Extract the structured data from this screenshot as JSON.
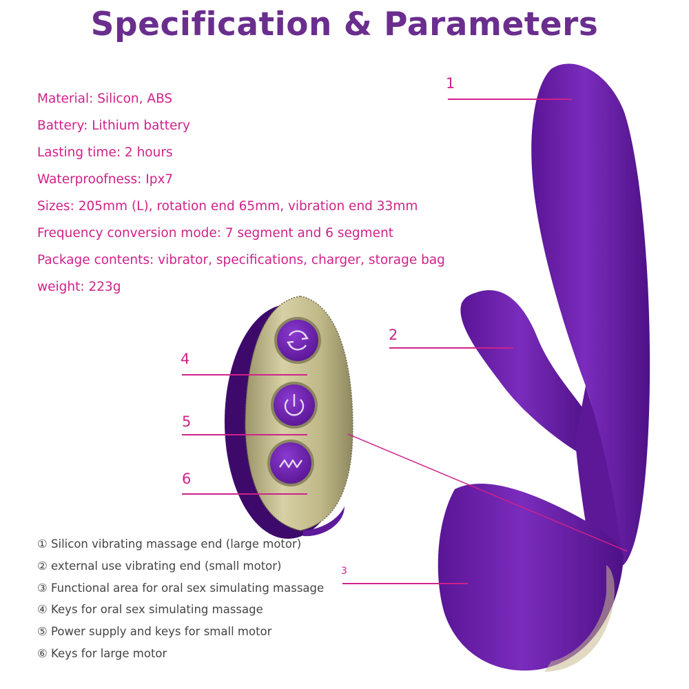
{
  "title": "Specification & Parameters",
  "specs": [
    "Material: Silicon, ABS",
    "Battery: Lithium battery",
    "Lasting time: 2 hours",
    "Waterproofness: Ipx7",
    "Sizes: 205mm (L), rotation end 65mm, vibration end 33mm",
    "Frequency conversion mode: 7 segment and 6 segment",
    "Package contents: vibrator, specifications, charger, storage bag",
    "weight: 223g"
  ],
  "callouts": [
    "1",
    "2",
    "3",
    "4",
    "5",
    "6"
  ],
  "legend": [
    "① Silicon vibrating massage end (large motor)",
    "② external use vibrating end (small motor)",
    "③ Functional area for oral sex simulating massage",
    "④ Keys for oral sex simulating massage",
    "⑤ Power supply and keys for small motor",
    "⑥ Keys for large motor"
  ],
  "buttons": {
    "top_icon": "cycle-arrows-icon",
    "middle_icon": "power-icon",
    "bottom_icon": "zigzag-wave-icon"
  },
  "colors": {
    "title": "#6a2e8e",
    "spec_text": "#d0218a",
    "legend_text": "#444444",
    "product_purple": "#6b1fa8",
    "panel_gold": "#c4bd8c"
  }
}
